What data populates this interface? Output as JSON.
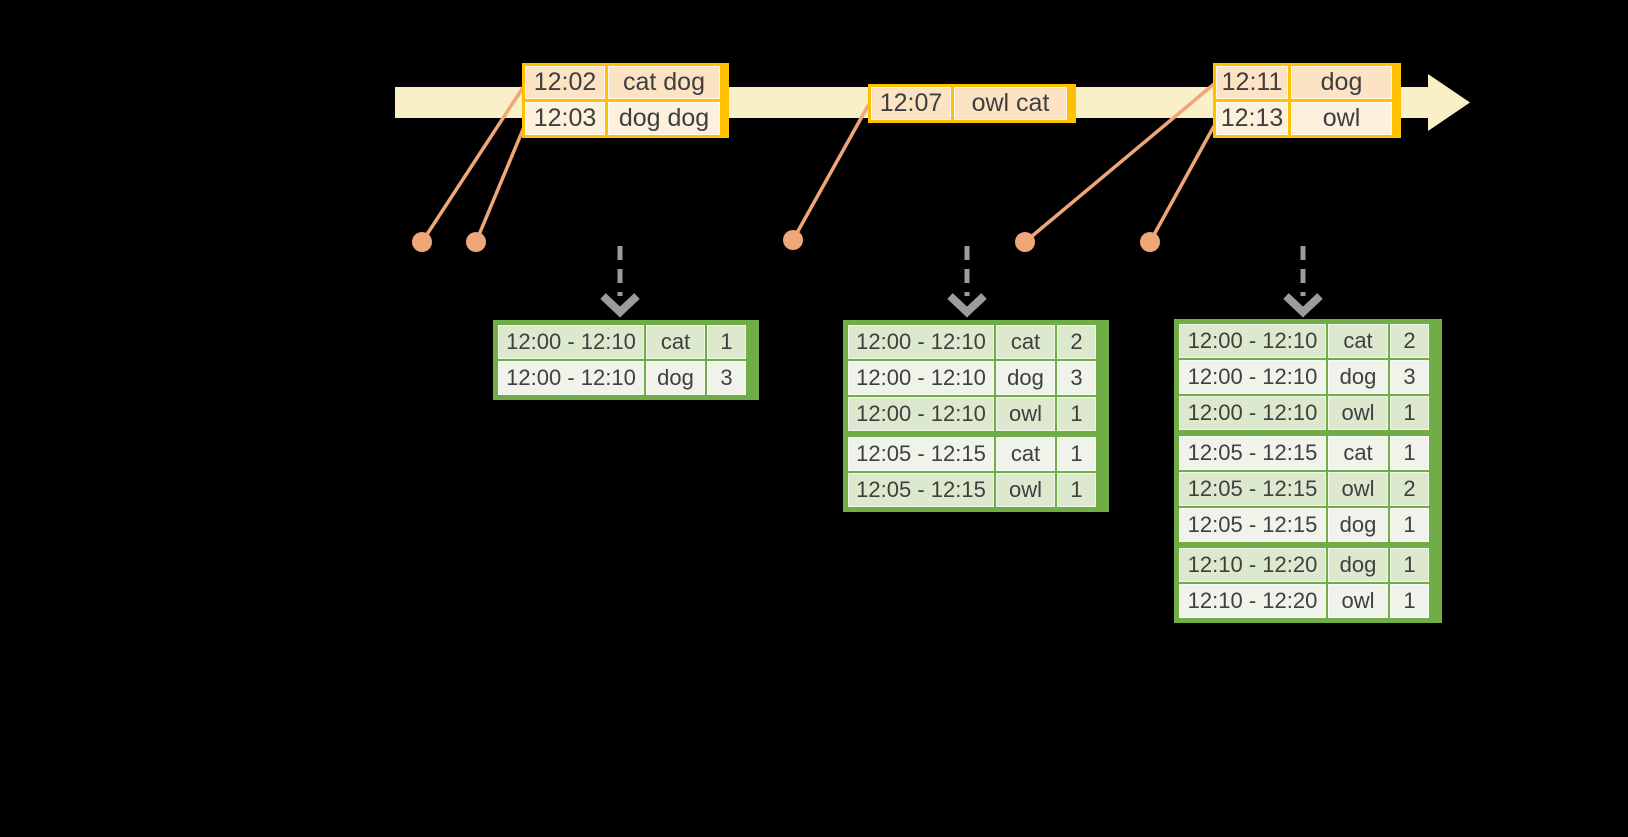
{
  "palette": {
    "background": "#000000",
    "timeline_band": "#FAF0C8",
    "event_border": "#FFC000",
    "event_row_dark": "#FBE3C4",
    "event_row_light": "#FDF0DC",
    "marker_orange": "#EFA679",
    "result_border": "#70AD47",
    "result_row_dark": "#DCE9CE",
    "result_row_light": "#EFF3EA",
    "arrow_gray": "#9C9C9C",
    "text": "#3F3F3F"
  },
  "event_tables": [
    {
      "id": "events-1202",
      "rows": [
        {
          "time": "12:02",
          "words": "cat dog"
        },
        {
          "time": "12:03",
          "words": "dog dog"
        }
      ]
    },
    {
      "id": "events-1207",
      "rows": [
        {
          "time": "12:07",
          "words": "owl cat"
        }
      ]
    },
    {
      "id": "events-1211",
      "rows": [
        {
          "time": "12:11",
          "words": "dog"
        },
        {
          "time": "12:13",
          "words": "owl"
        }
      ]
    }
  ],
  "result_tables": [
    {
      "id": "result-1",
      "rows": [
        {
          "window": "12:00 - 12:10",
          "word": "cat",
          "count": "1"
        },
        {
          "window": "12:00 - 12:10",
          "word": "dog",
          "count": "3"
        }
      ]
    },
    {
      "id": "result-2",
      "rows": [
        {
          "window": "12:00 - 12:10",
          "word": "cat",
          "count": "2"
        },
        {
          "window": "12:00 - 12:10",
          "word": "dog",
          "count": "3"
        },
        {
          "window": "12:00 - 12:10",
          "word": "owl",
          "count": "1"
        },
        {
          "window": "12:05 - 12:15",
          "word": "cat",
          "count": "1"
        },
        {
          "window": "12:05 - 12:15",
          "word": "owl",
          "count": "1"
        }
      ]
    },
    {
      "id": "result-3",
      "rows": [
        {
          "window": "12:00 - 12:10",
          "word": "cat",
          "count": "2"
        },
        {
          "window": "12:00 - 12:10",
          "word": "dog",
          "count": "3"
        },
        {
          "window": "12:00 - 12:10",
          "word": "owl",
          "count": "1"
        },
        {
          "window": "12:05 - 12:15",
          "word": "cat",
          "count": "1"
        },
        {
          "window": "12:05 - 12:15",
          "word": "owl",
          "count": "2"
        },
        {
          "window": "12:05 - 12:15",
          "word": "dog",
          "count": "1"
        },
        {
          "window": "12:10 - 12:20",
          "word": "dog",
          "count": "1"
        },
        {
          "window": "12:10 - 12:20",
          "word": "owl",
          "count": "1"
        }
      ]
    }
  ]
}
